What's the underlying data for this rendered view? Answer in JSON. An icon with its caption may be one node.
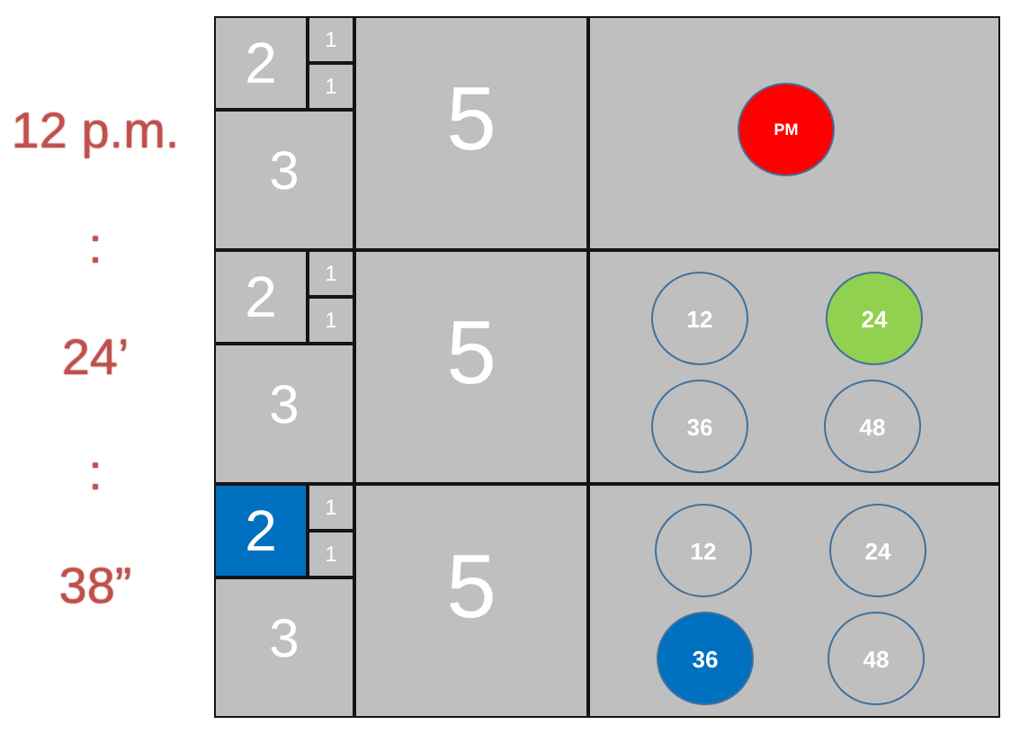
{
  "diagram": {
    "nodes": [
      {
        "text": [
          "2"
        ]
      },
      {
        "text": [
          "1"
        ]
      },
      {
        "text": [
          "1"
        ]
      },
      {
        "text": [
          "3"
        ]
      },
      {
        "text": [
          "5"
        ]
      },
      {
        "text": [],
        "shape": "box"
      },
      {
        "text": [
          "PM"
        ],
        "in": 5
      },
      {
        "text": [
          "2"
        ]
      },
      {
        "text": [
          "1"
        ]
      },
      {
        "text": [
          "1"
        ]
      },
      {
        "text": [
          "3"
        ]
      },
      {
        "text": [
          "5"
        ]
      },
      {
        "text": [],
        "shape": "box"
      },
      {
        "text": [
          "12"
        ],
        "in": 12
      },
      {
        "text": [
          "24"
        ],
        "in": 12
      },
      {
        "text": [
          "36"
        ],
        "in": 12
      },
      {
        "text": [
          "48"
        ],
        "in": 12
      },
      {
        "text": [
          "2"
        ]
      },
      {
        "text": [
          "1"
        ]
      },
      {
        "text": [
          "1"
        ]
      },
      {
        "text": [
          "3"
        ]
      },
      {
        "text": [
          "5"
        ]
      },
      {
        "text": [],
        "shape": "box"
      },
      {
        "text": [
          "12"
        ],
        "in": 22
      },
      {
        "text": [
          "24"
        ],
        "in": 22
      },
      {
        "text": [
          "36"
        ],
        "in": 22
      },
      {
        "text": [
          "48"
        ],
        "in": 22
      }
    ],
    "labels": [
      "12 p.m.",
      ":",
      "24’",
      ":",
      "38”"
    ]
  }
}
